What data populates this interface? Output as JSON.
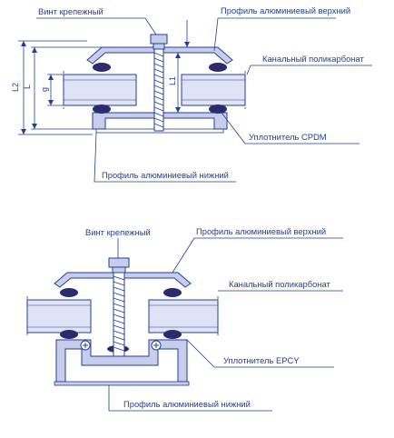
{
  "colors": {
    "line": "#1f3f9a",
    "fill": "#c8cdec",
    "panel": "#dfe3f5",
    "seal": "#2b2b6e",
    "background": "#ffffff"
  },
  "top_diagram": {
    "labels": {
      "screw": "Винт крепежный",
      "upper_profile": "Профиль алюминиевый верхний",
      "polycarbonate": "Канальный поликарбонат",
      "seal": "Уплотнитель CPDM",
      "lower_profile": "Профиль алюминиевый нижний"
    },
    "dimensions": {
      "l2": "L2",
      "l": "L",
      "g": "g",
      "l1": "L1"
    }
  },
  "bottom_diagram": {
    "labels": {
      "screw": "Винт крепежный",
      "upper_profile": "Профиль алюминиевый верхний",
      "polycarbonate": "Канальный поликарбонат",
      "seal": "Уплотнитель EPCY",
      "lower_profile": "Профиль алюминиевый нижний"
    }
  }
}
